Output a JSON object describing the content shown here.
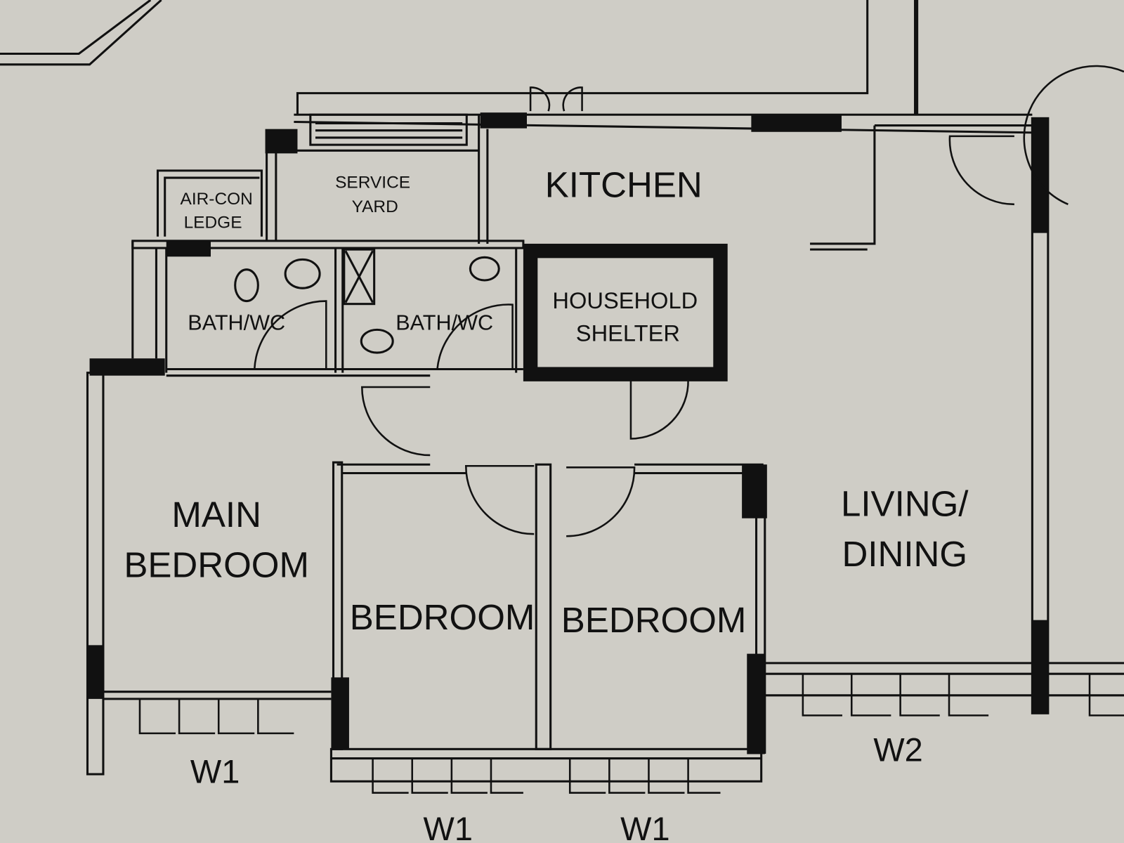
{
  "plan": {
    "rooms": {
      "aircon_ledge": [
        "AIR-CON",
        "LEDGE"
      ],
      "service_yard": [
        "SERVICE",
        "YARD"
      ],
      "kitchen": "KITCHEN",
      "bath1": "BATH/WC",
      "bath2": "BATH/WC",
      "household_shelter": [
        "HOUSEHOLD",
        "SHELTER"
      ],
      "main_bedroom": [
        "MAIN",
        "BEDROOM"
      ],
      "bedroom1": "BEDROOM",
      "bedroom2": "BEDROOM",
      "living_dining": [
        "LIVING/",
        "DINING"
      ]
    },
    "windows": {
      "main_bedroom": "W1",
      "bedroom1": "W1",
      "bedroom2": "W1",
      "living": "W2"
    }
  },
  "colors": {
    "paper": "#cfcdc6",
    "ink": "#111111"
  }
}
